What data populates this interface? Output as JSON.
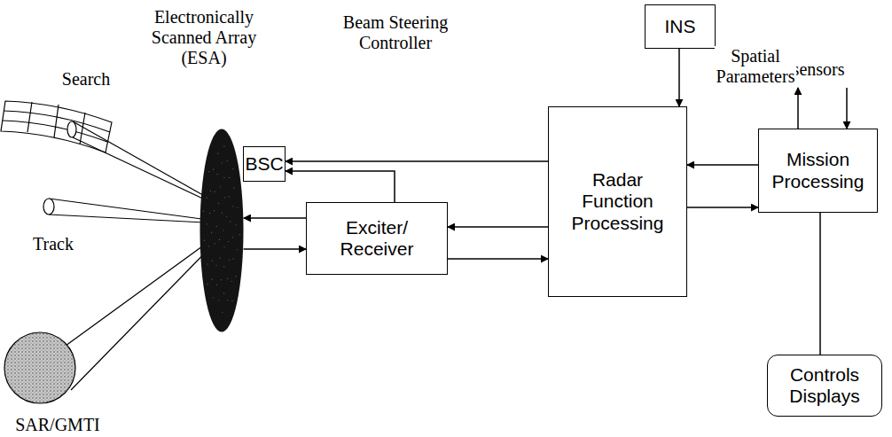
{
  "diagram": {
    "nodes": [
      {
        "text": [
          "Electronically Scanned Array (ESA)"
        ]
      },
      {
        "text": [
          "BSC"
        ]
      },
      {
        "text": [
          "INS"
        ]
      },
      {
        "text": [
          "Exciter/ Receiver"
        ]
      },
      {
        "text": [
          "Radar Function Processing"
        ]
      },
      {
        "text": [
          "Mission Processing"
        ]
      },
      {
        "text": [
          "Controls Displays"
        ]
      }
    ],
    "edges": [
      {
        "from": 4,
        "to": 1,
        "arrow": "to"
      },
      {
        "from": 3,
        "to": 1,
        "arrow": "to"
      },
      {
        "from": 2,
        "to": 4,
        "label": "Spatial Parameters",
        "arrow": "to"
      },
      {
        "from": 3,
        "to": 0,
        "arrow": "to"
      },
      {
        "from": 0,
        "to": 3,
        "arrow": "to"
      },
      {
        "from": 4,
        "to": 3,
        "arrow": "to"
      },
      {
        "from": 3,
        "to": 4,
        "arrow": "to"
      },
      {
        "from": 5,
        "to": 4,
        "arrow": "to"
      },
      {
        "from": 4,
        "to": 5,
        "arrow": "to"
      },
      {
        "from": 5,
        "to": 6,
        "arrow": "none"
      }
    ],
    "labels": [
      "Beam Steering Controller",
      "Search",
      "Track",
      "SAR/GMTI",
      "other sensors"
    ]
  }
}
